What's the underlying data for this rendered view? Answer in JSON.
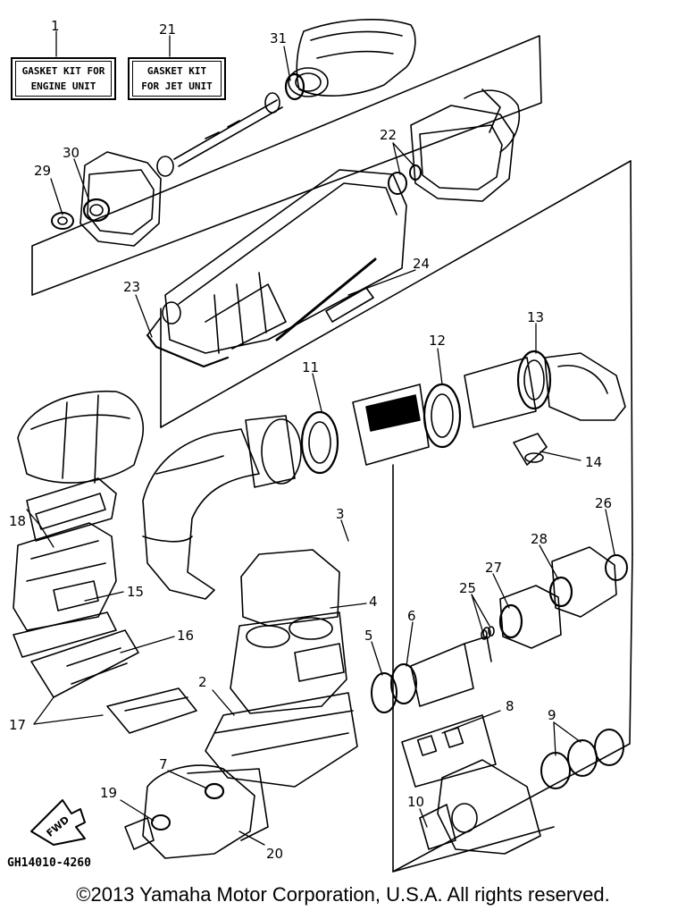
{
  "kit_labels": [
    {
      "number": "1",
      "line1": "GASKET KIT FOR",
      "line2": "ENGINE UNIT"
    },
    {
      "number": "21",
      "line1": "GASKET KIT",
      "line2": "FOR JET UNIT"
    }
  ],
  "callouts": [
    "2",
    "3",
    "4",
    "5",
    "6",
    "7",
    "8",
    "9",
    "10",
    "11",
    "12",
    "13",
    "14",
    "15",
    "16",
    "17",
    "18",
    "19",
    "20",
    "22",
    "23",
    "24",
    "25",
    "26",
    "27",
    "28",
    "29",
    "30",
    "31"
  ],
  "fwd_label": "FWD",
  "figure_code": "GH14010-4260",
  "copyright": "©2013 Yamaha Motor Corporation, U.S.A. All rights reserved."
}
